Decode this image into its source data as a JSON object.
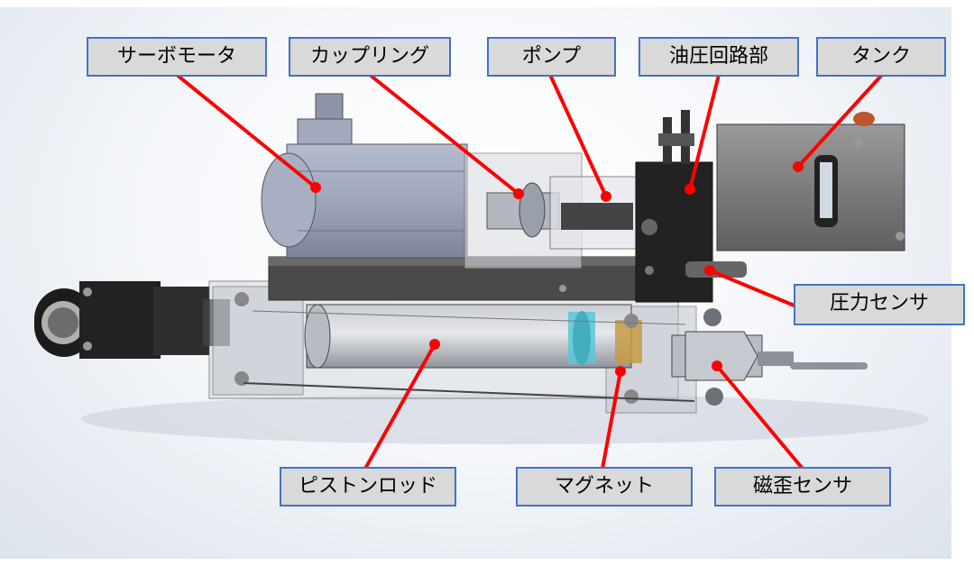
{
  "labels": {
    "servo_motor": "サーボモータ",
    "coupling": "カップリング",
    "pump": "ポンプ",
    "hydraulic_circuit": "油圧回路部",
    "tank": "タンク",
    "pressure_sensor": "圧力センサ",
    "piston_rod": "ピストンロッド",
    "magnet": "マグネット",
    "magnetostrictive_sensor": "磁歪センサ"
  },
  "colors": {
    "callout_line": "#ff0000",
    "label_fill": "#d9d9d9",
    "label_border": "#4472c4"
  }
}
